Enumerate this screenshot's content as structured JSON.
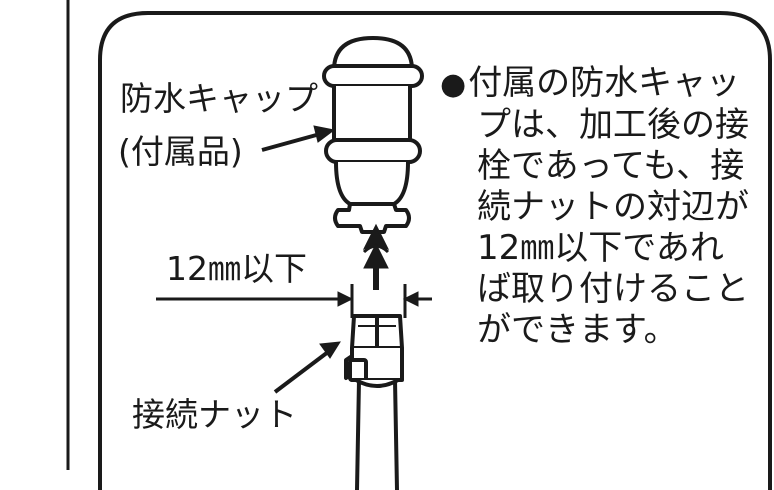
{
  "labels": {
    "cap_line1": "防水キャップ",
    "cap_line2": "(付属品)",
    "width": "12㎜以下",
    "nut": "接続ナット"
  },
  "note": {
    "bullet": "●",
    "lines": [
      "付属の防水キャッ",
      "プは、加工後の接",
      "栓であっても、接",
      "続ナットの対辺が",
      "12㎜以下であれ",
      "ば取り付けること",
      "ができます。"
    ]
  },
  "colors": {
    "ink": "#1a1a1a",
    "background": "#ffffff"
  },
  "icons": [
    "waterproof-cap-icon",
    "connection-nut-icon",
    "hose-icon",
    "arrow-icon"
  ]
}
